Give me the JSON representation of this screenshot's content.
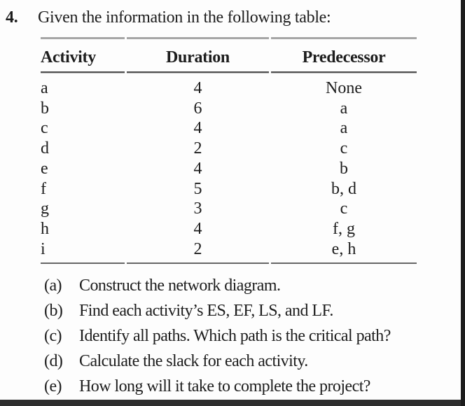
{
  "question": {
    "number": "4.",
    "text": "Given the information in the following table:"
  },
  "table": {
    "headers": {
      "activity": "Activity",
      "duration": "Duration",
      "predecessor": "Predecessor"
    },
    "rows": [
      {
        "activity": "a",
        "duration": "4",
        "predecessor": "None"
      },
      {
        "activity": "b",
        "duration": "6",
        "predecessor": "a"
      },
      {
        "activity": "c",
        "duration": "4",
        "predecessor": "a"
      },
      {
        "activity": "d",
        "duration": "2",
        "predecessor": "c"
      },
      {
        "activity": "e",
        "duration": "4",
        "predecessor": "b"
      },
      {
        "activity": "f",
        "duration": "5",
        "predecessor": "b, d"
      },
      {
        "activity": "g",
        "duration": "3",
        "predecessor": "c"
      },
      {
        "activity": "h",
        "duration": "4",
        "predecessor": "f, g"
      },
      {
        "activity": "i",
        "duration": "2",
        "predecessor": "e, h"
      }
    ]
  },
  "subquestions": [
    {
      "label": "(a)",
      "text": "Construct the network diagram."
    },
    {
      "label": "(b)",
      "text": "Find each activity’s ES, EF, LS, and LF."
    },
    {
      "label": "(c)",
      "text": "Identify all paths. Which path is the critical path?"
    },
    {
      "label": "(d)",
      "text": "Calculate the slack for each activity."
    },
    {
      "label": "(e)",
      "text": "How long will it take to complete the project?"
    }
  ],
  "colors": {
    "text": "#1d1d1d",
    "rule_light": "#a6a6a6",
    "rule_dark": "#4f4f4f",
    "edge_bottom": "#2e2e2e",
    "edge_right": "#1c1c1c"
  }
}
